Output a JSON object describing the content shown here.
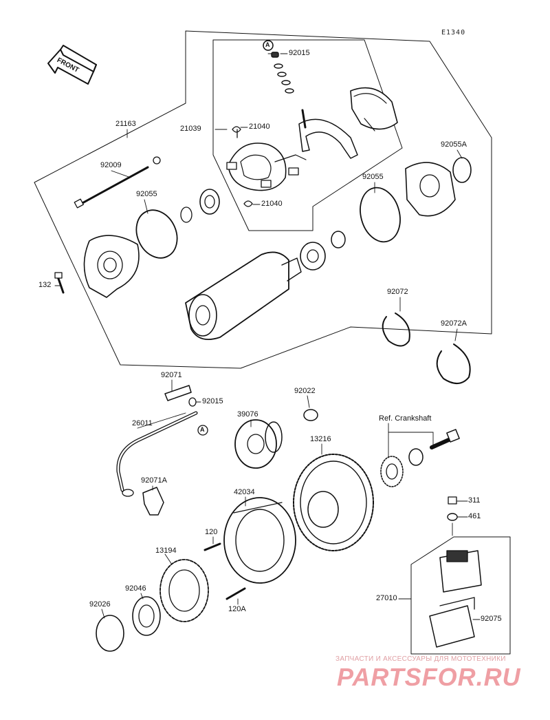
{
  "diagram_code": "E1340",
  "front_label": "FRONT",
  "ref_marker": "A",
  "labels": {
    "l_21163": "21163",
    "l_21039": "21039",
    "l_92015a": "92015",
    "l_21040a": "21040",
    "l_21040b": "21040",
    "l_92055A": "92055A",
    "l_92009": "92009",
    "l_92055a": "92055",
    "l_92055b": "92055",
    "l_132": "132",
    "l_92072": "92072",
    "l_92072A": "92072A",
    "l_92071": "92071",
    "l_92015b": "92015",
    "l_26011": "26011",
    "l_39076": "39076",
    "l_92022": "92022",
    "l_refcrank": "Ref. Crankshaft",
    "l_13216": "13216",
    "l_92071A": "92071A",
    "l_42034": "42034",
    "l_311": "311",
    "l_461": "461",
    "l_120": "120",
    "l_13194": "13194",
    "l_92046": "92046",
    "l_92026": "92026",
    "l_120A": "120A",
    "l_27010": "27010",
    "l_92075": "92075"
  },
  "watermark": {
    "tagline": "ЗАПЧАСТИ И АКСЕССУАРЫ ДЛЯ МОТОТЕХНИКИ",
    "brand": "PARTSFOR.RU"
  }
}
